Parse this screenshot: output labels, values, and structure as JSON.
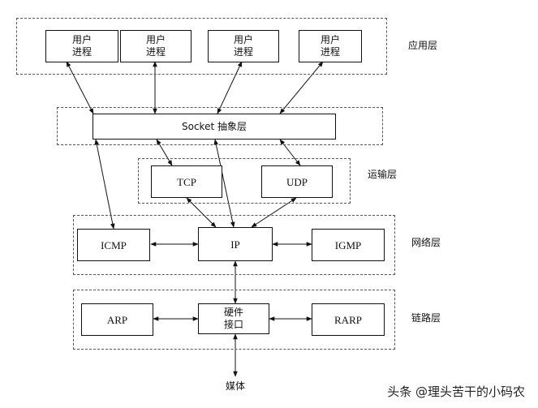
{
  "layers": {
    "application": "应用层",
    "transport": "运输层",
    "network": "网络层",
    "link": "链路层"
  },
  "processes": [
    {
      "line1": "用户",
      "line2": "进程"
    },
    {
      "line1": "用户",
      "line2": "进程"
    },
    {
      "line1": "用户",
      "line2": "进程"
    },
    {
      "line1": "用户",
      "line2": "进程"
    }
  ],
  "socket": "Socket 抽象层",
  "tcp": "TCP",
  "udp": "UDP",
  "icmp": "ICMP",
  "ip": "IP",
  "igmp": "IGMP",
  "arp": "ARP",
  "hardware": {
    "line1": "硬件",
    "line2": "接口"
  },
  "rarp": "RARP",
  "media": "媒体",
  "watermark": "头条 @理头苦干的小码农"
}
